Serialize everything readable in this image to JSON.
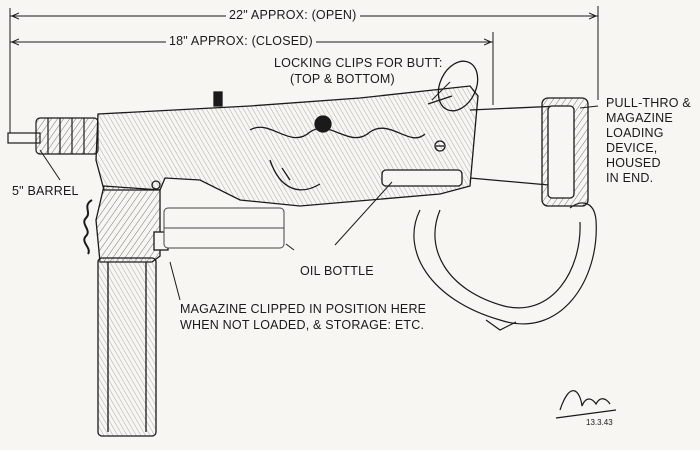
{
  "dimensions": {
    "open_length": "22\" APPROX: (OPEN)",
    "closed_length": "18\" APPROX: (CLOSED)"
  },
  "labels": {
    "locking_clips_line1": "LOCKING CLIPS FOR BUTT:",
    "locking_clips_line2": "(TOP & BOTTOM)",
    "barrel": "5\" BARREL",
    "pull_thro_1": "PULL-THRO &",
    "pull_thro_2": "MAGAZINE",
    "pull_thro_3": "LOADING",
    "pull_thro_4": "DEVICE,",
    "pull_thro_5": "HOUSED",
    "pull_thro_6": "IN END.",
    "oil_bottle": "OIL BOTTLE",
    "magazine_line1": "MAGAZINE CLIPPED IN POSITION HERE",
    "magazine_line2": "WHEN NOT LOADED, & STORAGE: ETC."
  },
  "signature": {
    "date": "13.3.43"
  },
  "colors": {
    "ink": "#1a1a1a",
    "paper": "#f7f6f2",
    "shade": "#cfcfc9"
  }
}
